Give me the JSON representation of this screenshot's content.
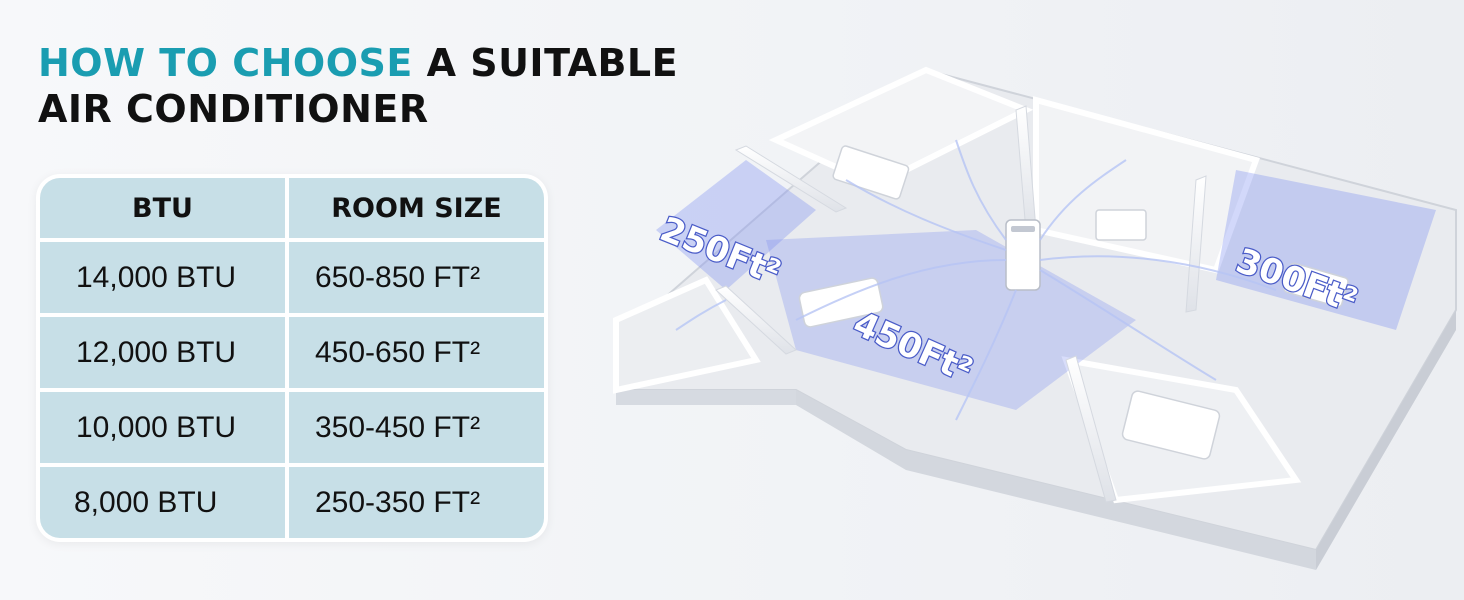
{
  "headline": {
    "accent": "HOW TO CHOOSE",
    "rest": " A SUITABLE",
    "line2": "AIR CONDITIONER"
  },
  "table": {
    "headers": [
      "BTU",
      "ROOM SIZE"
    ],
    "rows": [
      {
        "btu": "14,000 BTU",
        "size": "650-850 FT²"
      },
      {
        "btu": "12,000 BTU",
        "size": "450-650 FT²"
      },
      {
        "btu": "10,000 BTU",
        "size": "350-450 FT²"
      },
      {
        "btu": "8,000 BTU",
        "size": "250-350 FT²"
      }
    ]
  },
  "plan": {
    "labels": [
      "250Ft²",
      "450Ft²",
      "300Ft²"
    ]
  },
  "colors": {
    "accent": "#1a9db1",
    "cell": "#c7dfe7",
    "highlight": "#7d8ef0"
  }
}
